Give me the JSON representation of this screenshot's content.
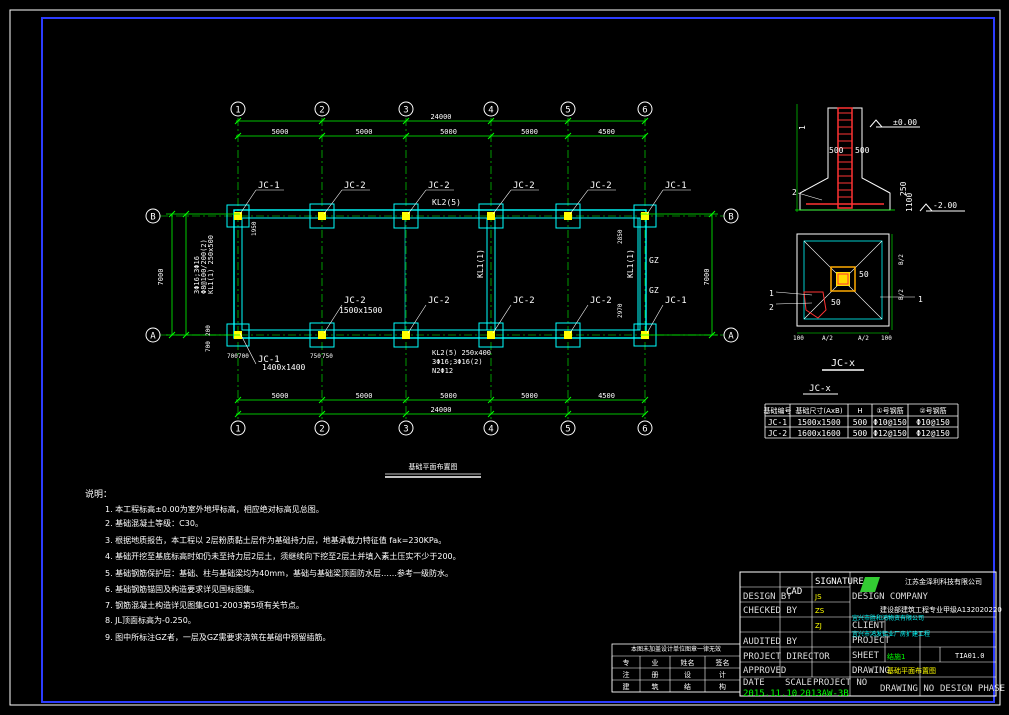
{
  "plan": {
    "axes_x": [
      "1",
      "2",
      "3",
      "4",
      "5",
      "6"
    ],
    "axes_y": [
      "A",
      "B"
    ],
    "spans_top": [
      "5000",
      "5000",
      "5000",
      "5000",
      "4500"
    ],
    "spans_bottom": [
      "5000",
      "5000",
      "5000",
      "5000",
      "4500"
    ],
    "total_top": "24000",
    "total_bottom": "24000",
    "vertical_span": "7000",
    "footings_top": [
      "JC-1",
      "JC-2",
      "JC-2",
      "JC-2",
      "JC-2",
      "JC-1"
    ],
    "footings_bottom": [
      "JC-1",
      "JC-2",
      "JC-2",
      "JC-2",
      "JC-2",
      "JC-1"
    ],
    "labels": {
      "kl2_top": "KL2(5)",
      "kl1_mid": "KL1(1)",
      "kl1_right": "KL1(1)",
      "gz1": "GZ",
      "gz2": "GZ",
      "size_2": "1500x1500",
      "size_1": "1400x1400",
      "kl2_bottom": "KL2(5) 250x400",
      "kl2_bottom2": "3Φ16;3Φ16(2)",
      "kl2_bottom3": "N2Φ12",
      "left_beam": "KL1(1) 250x500",
      "left_beam2": "Φ8@100/200(2)",
      "left_beam3": "3Φ16;3Φ16",
      "dim_700a": "700",
      "dim_700b": "700",
      "dim_750a": "750",
      "dim_750b": "750",
      "dim_1950": "1950",
      "dim_2850": "2850",
      "dim_2970": "2970",
      "dim_200": "200",
      "dim_700c": "700"
    },
    "caption": "基础平面布置图"
  },
  "detail": {
    "elev_top": "±0.00",
    "elev_bottom": "-2.00",
    "dim_500a": "500",
    "dim_500b": "500",
    "dim_1100": "1100",
    "dim_250": "250",
    "dim_50a": "50",
    "dim_50b": "50",
    "b2a": "B/2",
    "b2b": "B/2",
    "a2a": "A/2",
    "a2b": "A/2",
    "d100a": "100",
    "d100b": "100",
    "mark1": "1",
    "mark2": "2",
    "mark1b": "1",
    "mark2b": "2",
    "mark1c": "1",
    "caption": "JC-x"
  },
  "table": {
    "title": "JC-x",
    "headers": [
      "基础编号",
      "基础尺寸(AxB)",
      "H",
      "①号钢筋",
      "②号钢筋"
    ],
    "rows": [
      [
        "JC-1",
        "1500x1500",
        "500",
        "Φ10@150",
        "Φ10@150"
      ],
      [
        "JC-2",
        "1600x1600",
        "500",
        "Φ12@150",
        "Φ12@150"
      ]
    ]
  },
  "notes": {
    "title": "说明：",
    "items": [
      "1. 本工程标高±0.00为室外地坪标高，相应绝对标高见总图。",
      "2. 基础混凝土等级：C30。",
      "3. 根据地质报告，本工程以 2层粉质黏土层作为基础持力层，地基承载力特征值 fak=230KPa。",
      "4. 基础开挖至基底标高时如仍未至持力层2层土，须继续向下挖至2层土并填入素土压实不少于200。",
      "5. 基础钢筋保护层：基础、柱与基础梁均为40mm，基础与基础梁顶面防水层……参考一级防水。",
      "6. 基础钢筋锚固及构造要求详见国标图集。",
      "7. 钢筋混凝土构造详见图集G01-2003第5项有关节点。",
      "8. JL顶面标高为-0.250。",
      "9. 图中所标注GZ者，一层及GZ需要求浇筑在基础中预留插筋。"
    ]
  },
  "title_block": {
    "left_title": "本图未加盖设计单位图章一律无效",
    "grid": [
      [
        "专",
        "业",
        "姓名",
        "签名"
      ],
      [
        "注",
        "册",
        "设",
        "计"
      ],
      [
        "建",
        "筑",
        "结",
        "构"
      ]
    ],
    "design": "DESIGN BY",
    "checked": "CHECKED BY",
    "audited": "AUDITED BY",
    "project_director": "PROJECT DIRECTOR",
    "approved": "APPROVED",
    "date": "DATE",
    "scale": "SCALE",
    "project_no": "PROJECT NO",
    "signature": "SIGNATURE",
    "cad": "CAD",
    "company": "DESIGN COMPANY",
    "company_cn": "江苏金泽利科技有限公司",
    "license": "建设部建筑工程专业甲级A132020220",
    "client": "CLIENT",
    "project": "PROJECT",
    "sheet": "SHEET",
    "drawing": "DRAWING",
    "drawing_no": "DRAWING NO",
    "design_phase": "DESIGN PHASE",
    "client_val": "宜兴市胜和鸿物资有限公司",
    "project_val": "宜兴市鸿发铝业厂房扩建工程",
    "sheet_val": "结施1",
    "drawing_val": "基础平面布置图",
    "date_val": "2015.11.10",
    "projno_val": "2013AW-3B",
    "version": "TIA01.0",
    "stamp_a": "JS",
    "stamp_b": "ZS",
    "stamp_c": "ZJ"
  }
}
